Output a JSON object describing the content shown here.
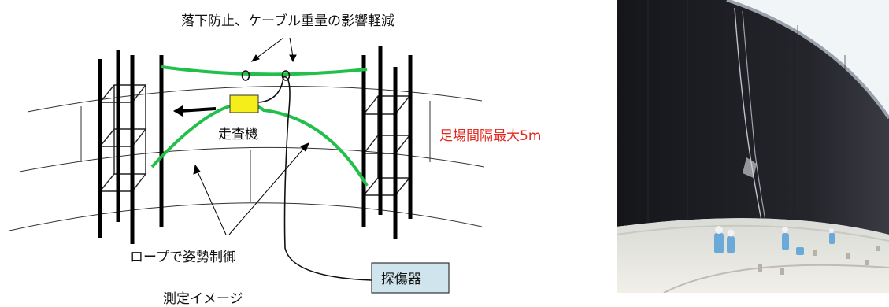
{
  "labels": {
    "top_note": "落下防止、ケーブル重量の影響軽減",
    "scanner": "走査機",
    "scaffold_spacing": "足場間隔最大5m",
    "rope_control": "ロープで姿勢制御",
    "flaw_detector": "探傷器",
    "measurement_image": "測定イメージ"
  },
  "colors": {
    "rope": "#22c04a",
    "scanner_box": "#f6ee1a",
    "detector_box": "#cfe4ec",
    "accent_red": "#e3271e",
    "tank_wall": "#1e1e22",
    "sky": "#e8eef5"
  },
  "photo": {
    "subject": "tank-wall-inspection-photo"
  }
}
